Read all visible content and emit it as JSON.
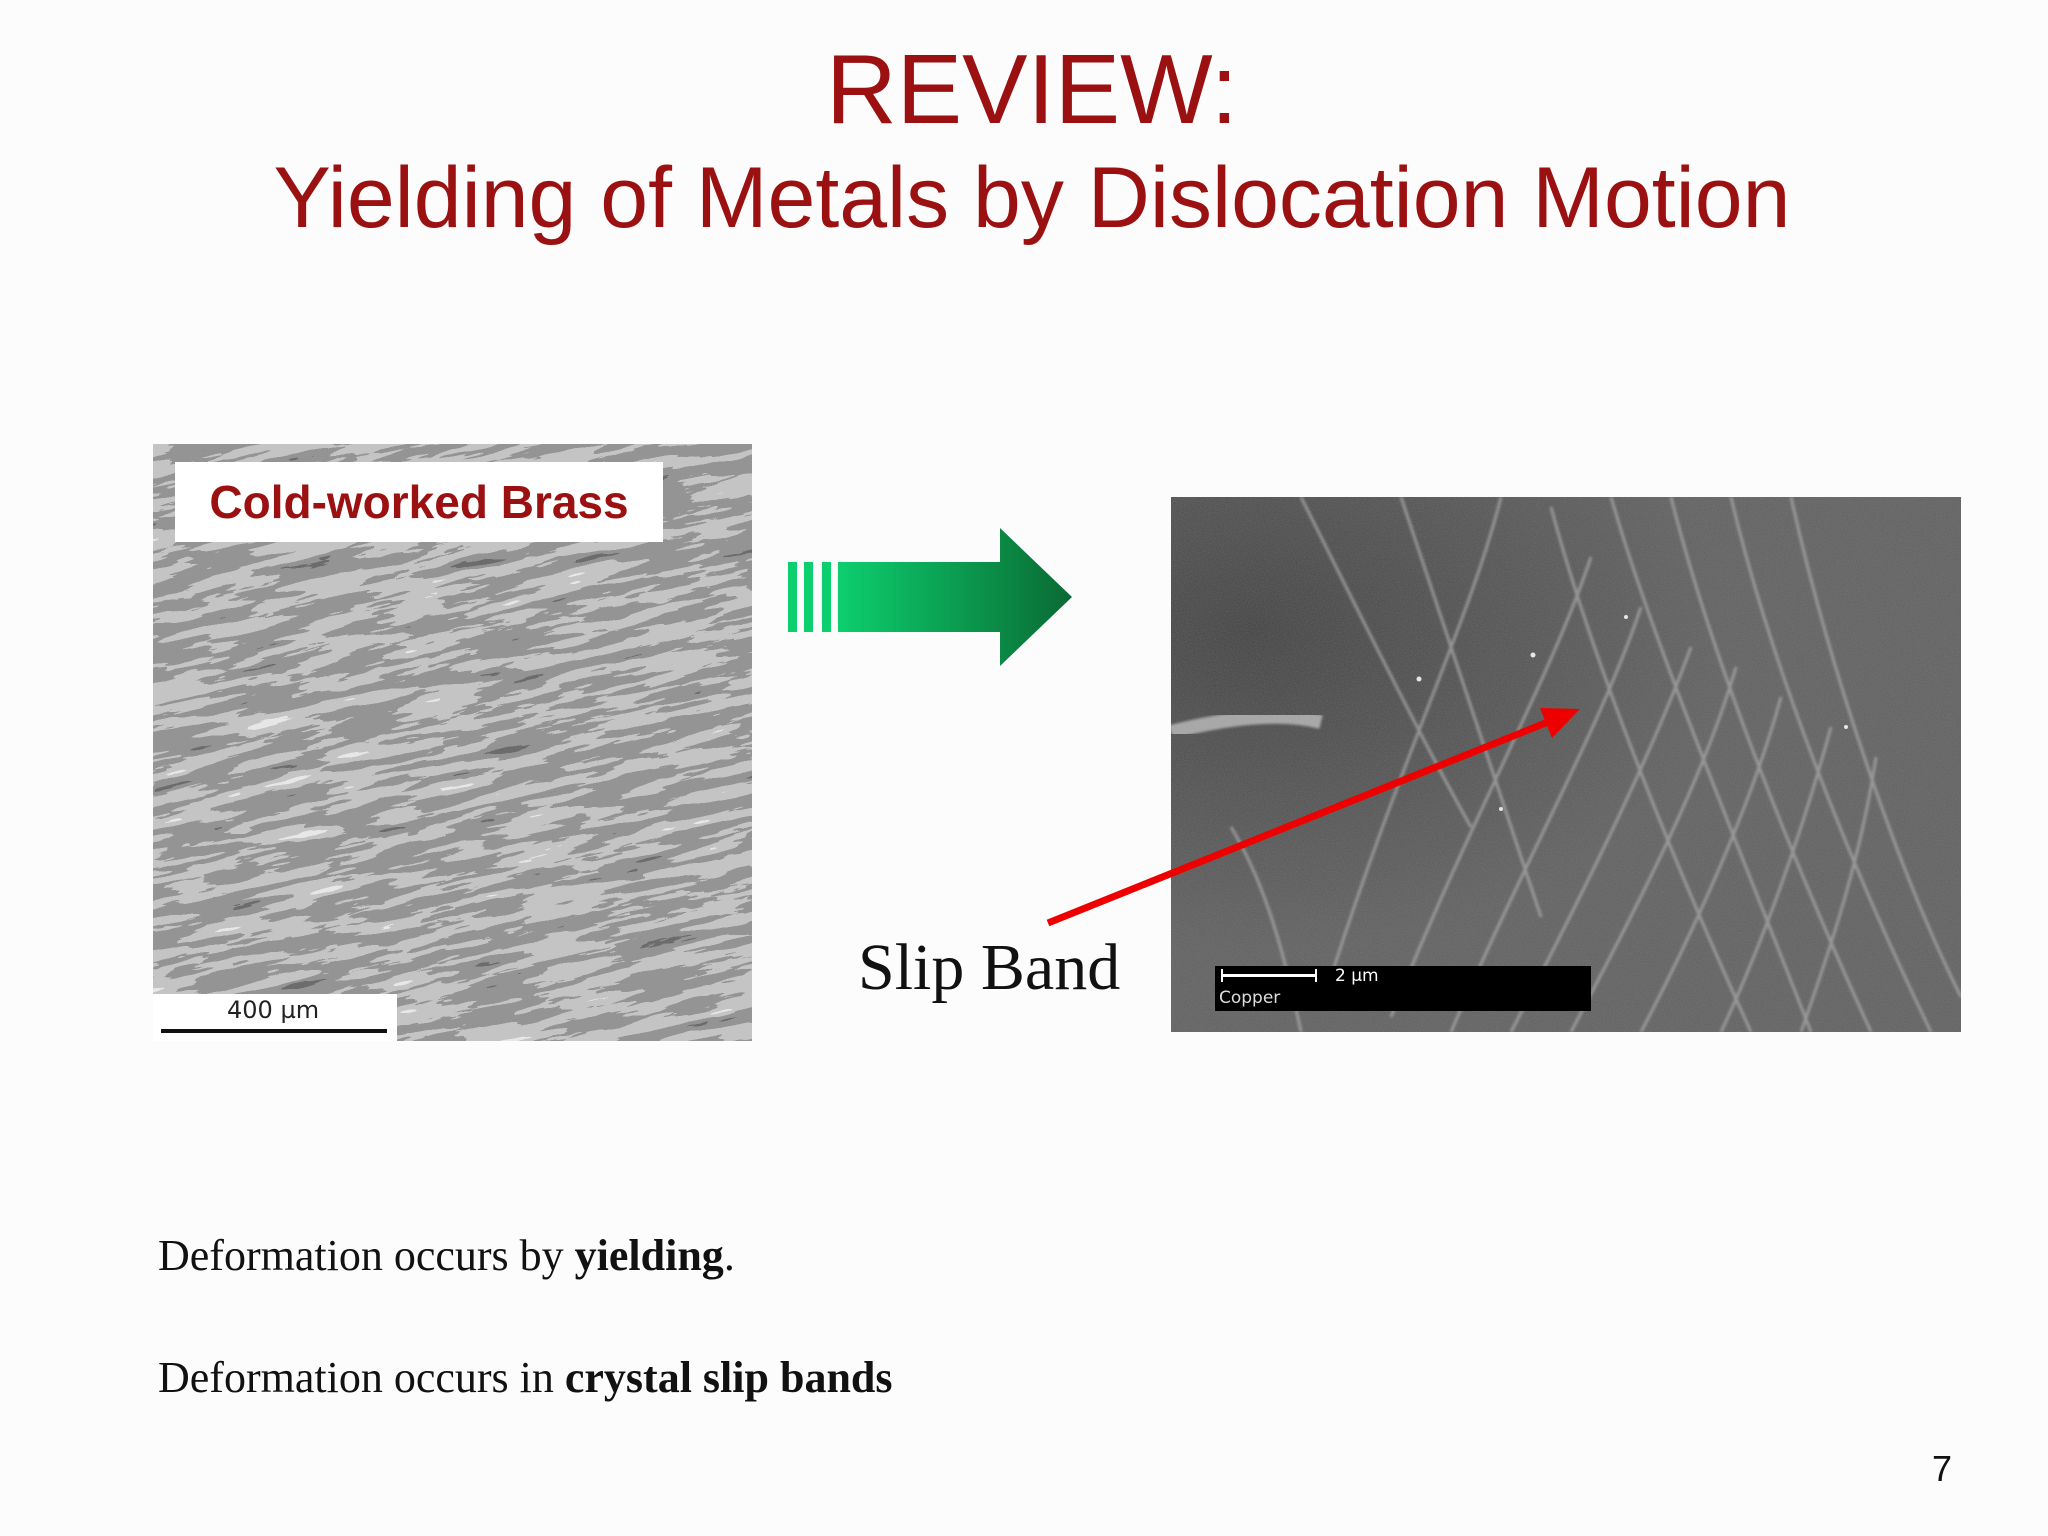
{
  "slide": {
    "title_line1": "REVIEW:",
    "title_line2": "Yielding of Metals by Dislocation Motion",
    "page_number": "7"
  },
  "left_image": {
    "label": "Cold-worked Brass",
    "scale_text": "400 µm"
  },
  "right_image": {
    "scale_text": "2 µm",
    "material": "Copper"
  },
  "annotation": {
    "label": "Slip Band"
  },
  "bullets": [
    {
      "prefix": "Deformation occurs by ",
      "emphasis": "yielding",
      "suffix": "."
    },
    {
      "prefix": "Deformation occurs in ",
      "emphasis": "crystal slip bands",
      "suffix": ""
    }
  ],
  "colors": {
    "title": "#9b1111",
    "arrow_red": "#ee0000",
    "arrow_green_light": "#0ccf6e",
    "arrow_green_dark": "#0a6a33"
  }
}
